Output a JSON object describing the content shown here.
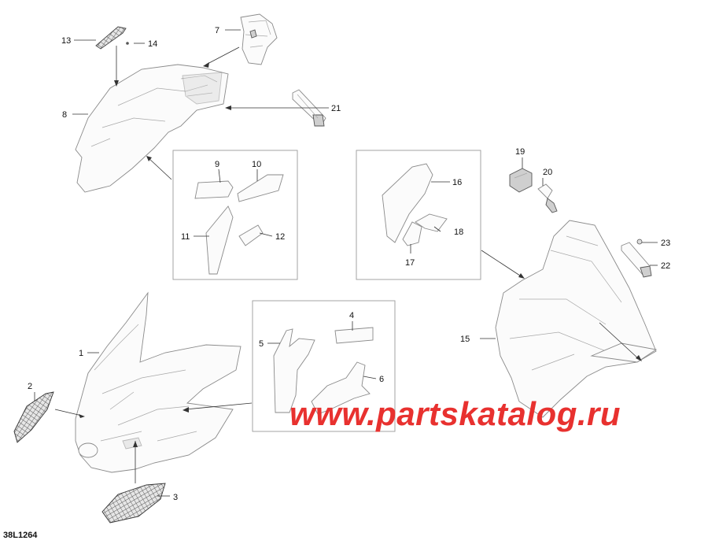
{
  "labels": {
    "l1": "1",
    "l2": "2",
    "l3": "3",
    "l4": "4",
    "l5": "5",
    "l6": "6",
    "l7": "7",
    "l8": "8",
    "l9": "9",
    "l10": "10",
    "l11": "11",
    "l12": "12",
    "l13": "13",
    "l14": "14",
    "l15": "15",
    "l16": "16",
    "l17": "17",
    "l18": "18",
    "l19": "19",
    "l20": "20",
    "l21": "21",
    "l22": "22",
    "l23": "23"
  },
  "watermark": "www.partskatalog.ru",
  "drawing_code": "38L1264"
}
